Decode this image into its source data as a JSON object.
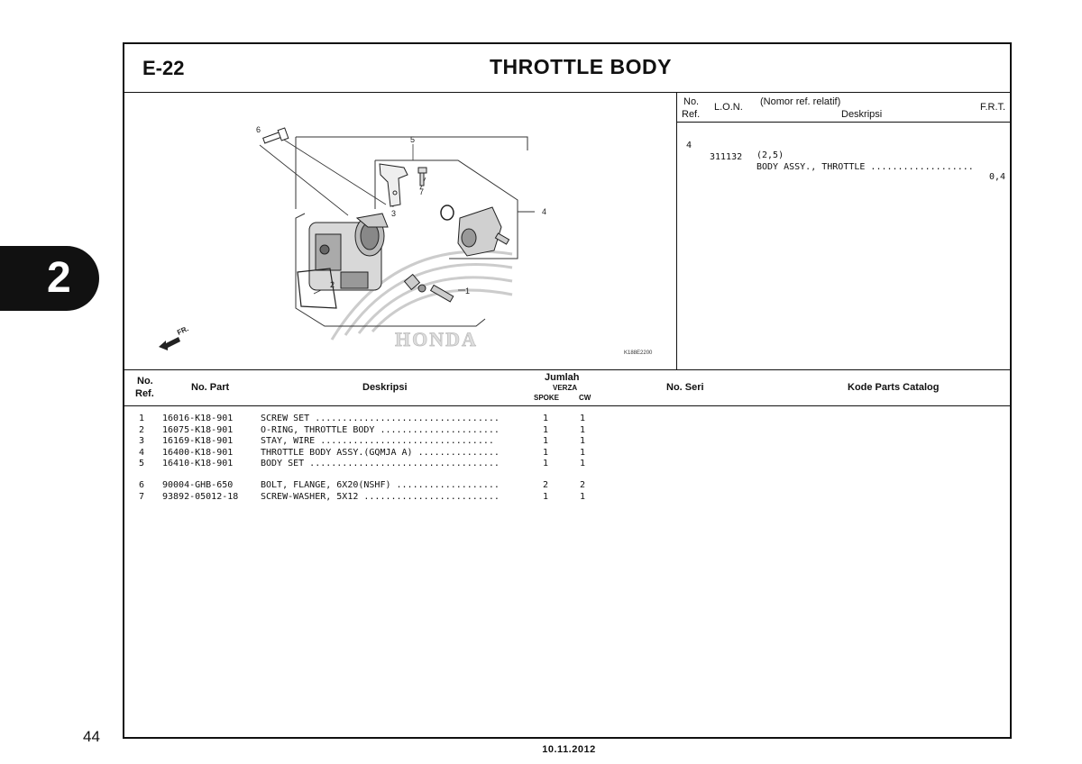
{
  "section_tab": "2",
  "page_number": "44",
  "header": {
    "code": "E-22",
    "title": "THROTTLE BODY"
  },
  "diagram": {
    "callouts": [
      "1",
      "2",
      "3",
      "4",
      "5",
      "6",
      "7"
    ],
    "front_label": "FR.",
    "watermark": "HONDA",
    "code": "K188E2200"
  },
  "lon_panel": {
    "headers": {
      "no": "No.",
      "ref": "Ref.",
      "lon": "L.O.N.",
      "nomor": "(Nomor ref. relatif)",
      "deskripsi": "Deskripsi",
      "frt": "F.R.T."
    },
    "rows": [
      {
        "ref": "4",
        "lon": "",
        "desc": "(2,5)",
        "frt": ""
      },
      {
        "ref": "",
        "lon": "311132",
        "desc": "BODY ASSY., THROTTLE ...................",
        "frt": "0,4"
      }
    ]
  },
  "parts_table": {
    "headers": {
      "no": "No.",
      "ref": "Ref.",
      "part": "No. Part",
      "desc": "Deskripsi",
      "jumlah": "Jumlah",
      "verza": "VERZA",
      "spoke": "SPOKE",
      "cw": "CW",
      "seri": "No. Seri",
      "catalog": "Kode Parts Catalog"
    },
    "rows": [
      {
        "ref": "1",
        "part": "16016-K18-901",
        "desc": "SCREW SET ..................................",
        "spoke": "1",
        "cw": "1"
      },
      {
        "ref": "2",
        "part": "16075-K18-901",
        "desc": "O-RING, THROTTLE BODY ......................",
        "spoke": "1",
        "cw": "1"
      },
      {
        "ref": "3",
        "part": "16169-K18-901",
        "desc": "STAY, WIRE ................................",
        "spoke": "1",
        "cw": "1"
      },
      {
        "ref": "4",
        "part": "16400-K18-901",
        "desc": "THROTTLE BODY ASSY.(GQMJA A) ...............",
        "spoke": "1",
        "cw": "1"
      },
      {
        "ref": "5",
        "part": "16410-K18-901",
        "desc": "BODY SET ...................................",
        "spoke": "1",
        "cw": "1"
      },
      {
        "ref": "6",
        "part": "90004-GHB-650",
        "desc": "BOLT, FLANGE, 6X20(NSHF) ...................",
        "spoke": "2",
        "cw": "2"
      },
      {
        "ref": "7",
        "part": "93892-05012-18",
        "desc": "SCREW-WASHER, 5X12 .........................",
        "spoke": "1",
        "cw": "1"
      }
    ]
  },
  "footer": {
    "date": "10.11.2012"
  }
}
